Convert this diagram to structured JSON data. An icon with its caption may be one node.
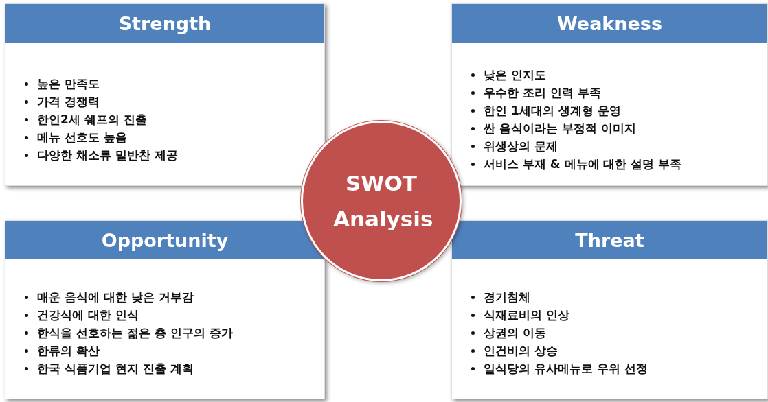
{
  "diagram": {
    "nodes": [
      {
        "text": [
          "Strength",
          "높은 만족도",
          "가격 경쟁력",
          "한인2세 쉐프의 진출",
          "메뉴 선호도 높음",
          "다양한 채소류 밑반찬 제공"
        ]
      },
      {
        "text": [
          "Weakness",
          "낮은 인지도",
          "우수한 조리 인력 부족",
          "한인 1세대의 생계형 운영",
          "싼 음식이라는 부정적 이미지",
          "위생상의 문제",
          "서비스 부재 & 메뉴에 대한 설명 부족"
        ]
      },
      {
        "text": [
          "SWOT Analysis"
        ]
      },
      {
        "text": [
          "Opportunity",
          "매운 음식에 대한 낮은 거부감",
          "건강식에 대한 인식",
          "한식을 선호하는 젊은 층 인구의 증가",
          "한류의 확산",
          "한국 식품기업 현지 진출 계획"
        ]
      },
      {
        "text": [
          "Threat",
          "경기침체",
          "식재료비의 인상",
          "상권의 이동",
          "인건비의 상승",
          "일식당의 유사메뉴로 우위 선정"
        ]
      }
    ]
  }
}
